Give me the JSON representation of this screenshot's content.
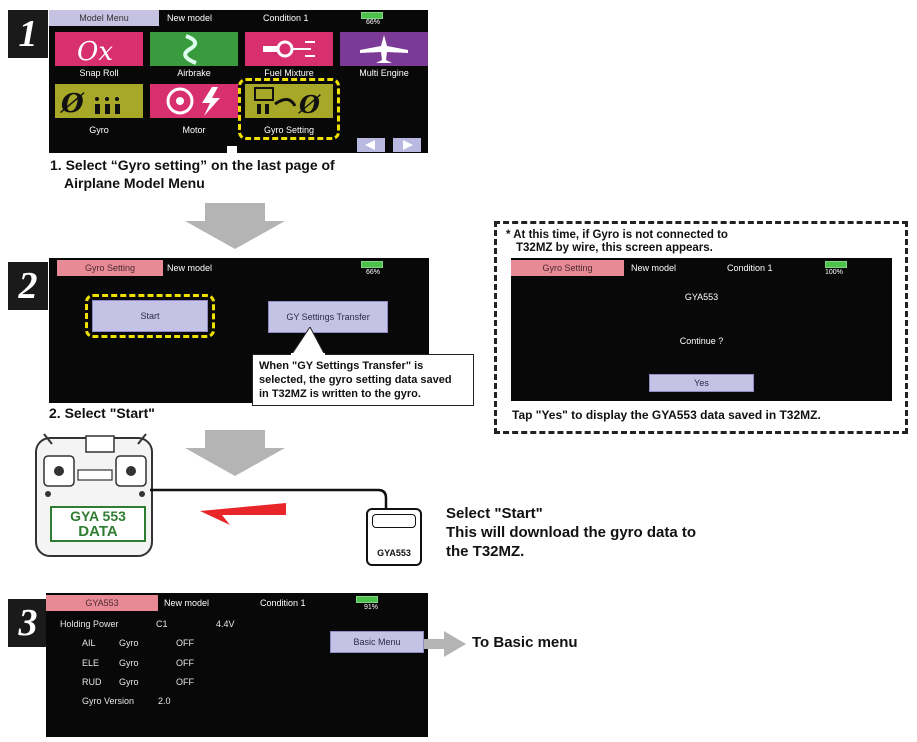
{
  "step1": {
    "number": "1",
    "header": {
      "tab": "Model Menu",
      "model": "New model",
      "condition": "Condition 1",
      "battery": "66%"
    },
    "tiles": [
      {
        "label": "Snap Roll"
      },
      {
        "label": "Airbrake"
      },
      {
        "label": "Fuel Mixture"
      },
      {
        "label": "Multi Engine"
      },
      {
        "label": "Gyro"
      },
      {
        "label": "Motor"
      },
      {
        "label": "Gyro Setting"
      }
    ],
    "caption_line1": "1. Select “Gyro setting” on the last page of",
    "caption_line2": "Airplane Model Menu"
  },
  "step2": {
    "number": "2",
    "header": {
      "tab": "Gyro Setting",
      "model": "New model",
      "battery": "66%"
    },
    "start_label": "Start",
    "transfer_label": "GY Settings Transfer",
    "callout_line1": "When \"GY Settings Transfer\" is",
    "callout_line2": "selected, the gyro setting data saved",
    "callout_line3": "in T32MZ is written to the gyro.",
    "caption": "2.  Select \"Start\""
  },
  "side": {
    "note_line1": "* At this time, if Gyro is not connected to",
    "note_line2": "T32MZ by wire, this screen appears.",
    "header": {
      "tab": "Gyro Setting",
      "model": "New model",
      "condition": "Condition 1",
      "battery": "100%"
    },
    "device": "GYA553",
    "prompt": "Continue ?",
    "yes_label": "Yes",
    "caption": "Tap \"Yes\" to display the GYA553 data saved in T32MZ."
  },
  "download": {
    "tx_badge_line1": "GYA 553",
    "tx_badge_line2": "DATA",
    "gyro_label": "GYA553",
    "line1": "Select \"Start\"",
    "line2": "This will download the gyro data to",
    "line3": "the T32MZ."
  },
  "step3": {
    "number": "3",
    "header": {
      "tab": "GYA553",
      "model": "New model",
      "condition": "Condition 1",
      "battery": "91%"
    },
    "holding_label": "Holding Power",
    "holding_ch": "C1",
    "holding_volt": "4.4V",
    "rows": [
      {
        "axis": "AIL",
        "mode": "Gyro",
        "state": "OFF"
      },
      {
        "axis": "ELE",
        "mode": "Gyro",
        "state": "OFF"
      },
      {
        "axis": "RUD",
        "mode": "Gyro",
        "state": "OFF"
      }
    ],
    "version_label": "Gyro Version",
    "version_value": "2.0",
    "basic_menu_label": "Basic Menu",
    "to_basic": "To Basic menu"
  },
  "colors": {
    "tab_pink": "#e88a96",
    "button_lavender": "#c4c3e6",
    "highlight_yellow": "#f0e000",
    "cable_red": "#e8262a",
    "badge_green": "#2e7d32"
  }
}
